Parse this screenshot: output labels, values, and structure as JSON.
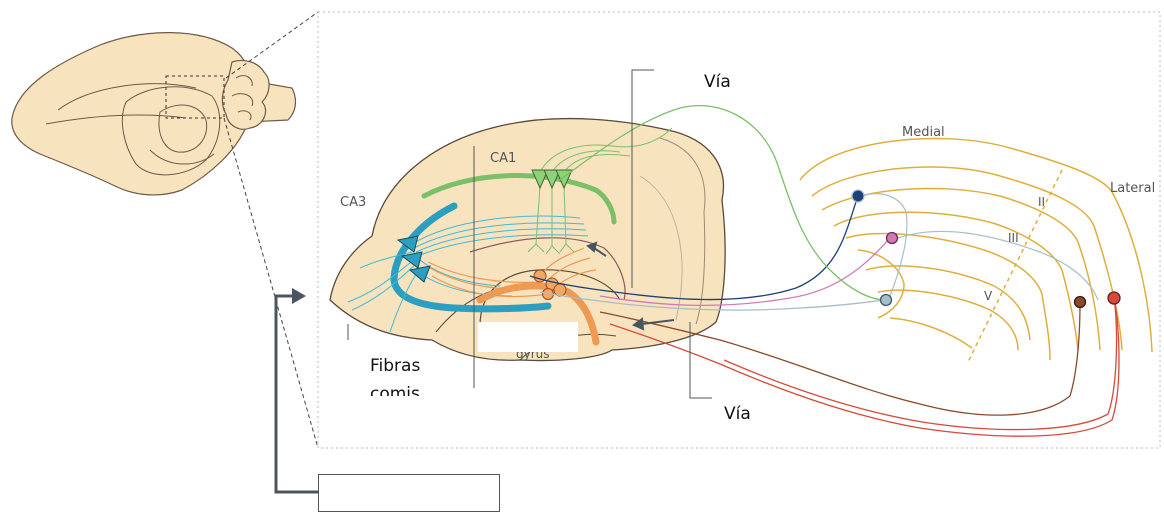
{
  "labels": {
    "ca1": "CA1",
    "ca3": "CA3",
    "medial": "Medial",
    "lateral": "Lateral",
    "layer_ii": "II",
    "layer_iii": "III",
    "layer_v": "V",
    "dentate_fragment": "gyrus",
    "via_top": "Vía",
    "via_bottom": "Vía",
    "fibras": "Fibras",
    "comis": "comis"
  },
  "colors": {
    "tissue": "#f8e3bf",
    "outline": "#5a4a3a",
    "ca1_green": "#7bbf6a",
    "ca3_teal": "#2c9fc0",
    "dentate_orange": "#ef9a52",
    "ec_gold": "#dfae3c",
    "blue_neuron": "#1f3f7a",
    "pink_neuron": "#d07ab5",
    "grey_neuron": "#a9bcc7",
    "brown_neuron": "#8a4a2a",
    "red_neuron": "#d64a3a",
    "arrow_grey": "#4a5560"
  },
  "icons": {
    "ca1_pyramids": "pyramidal-neuron-icon",
    "ca3_pyramids": "pyramidal-neuron-icon",
    "granule_cells": "granule-cell-icon",
    "flow_arrows": "arrow-icon"
  }
}
